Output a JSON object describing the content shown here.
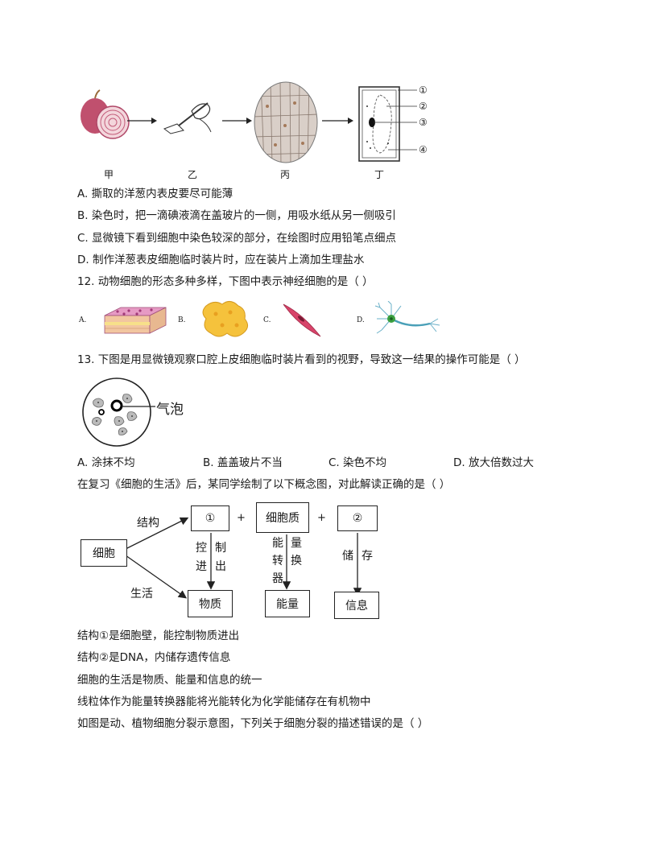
{
  "q11": {
    "figure_labels": [
      "甲",
      "乙",
      "丙",
      "丁"
    ],
    "cell_markers": [
      "①",
      "②",
      "③",
      "④"
    ],
    "options": [
      "A. 撕取的洋葱内表皮要尽可能薄",
      "B. 染色时，把一滴碘液滴在盖玻片的一侧，用吸水纸从另一侧吸引",
      "C. 显微镜下看到细胞中染色较深的部分，在绘图时应用铅笔点细点",
      "D. 制作洋葱表皮细胞临时装片时，应在装片上滴加生理盐水"
    ]
  },
  "q12": {
    "stem": "12. 动物细胞的形态多种多样，下图中表示神经细胞的是（     ）",
    "option_letters": [
      "A.",
      "B.",
      "C.",
      "D."
    ]
  },
  "q13": {
    "stem": "13. 下图是用显微镜观察口腔上皮细胞临时装片看到的视野，导致这一结果的操作可能是（     ）",
    "bubble_label": "气泡",
    "options": [
      "A. 涂抹不均",
      "B. 盖盖玻片不当",
      "C. 染色不均",
      "D. 放大倍数过大"
    ]
  },
  "q14": {
    "stem": "在复习《细胞的生活》后，某同学绘制了以下概念图，对此解读正确的是（     ）",
    "concept_map": {
      "cell": "细胞",
      "structure_label": "结构",
      "life_label": "生活",
      "box1": "①",
      "box_cytoplasm": "细胞质",
      "box2": "②",
      "plus": "+",
      "control_in_out": [
        "控",
        "制",
        "进",
        "出"
      ],
      "energy_converter": [
        "能",
        "量",
        "转",
        "换",
        "器"
      ],
      "store": [
        "储",
        "存"
      ],
      "matter": "物质",
      "energy": "能量",
      "info": "信息"
    },
    "options": [
      "结构①是细胞壁，能控制物质进出",
      "结构②是DNA，内储存遗传信息",
      "细胞的生活是物质、能量和信息的统一",
      "线粒体作为能量转换器能将光能转化为化学能储存在有机物中"
    ]
  },
  "q15": {
    "stem": "如图是动、植物细胞分裂示意图，下列关于细胞分裂的描述错误的是（     ）"
  }
}
